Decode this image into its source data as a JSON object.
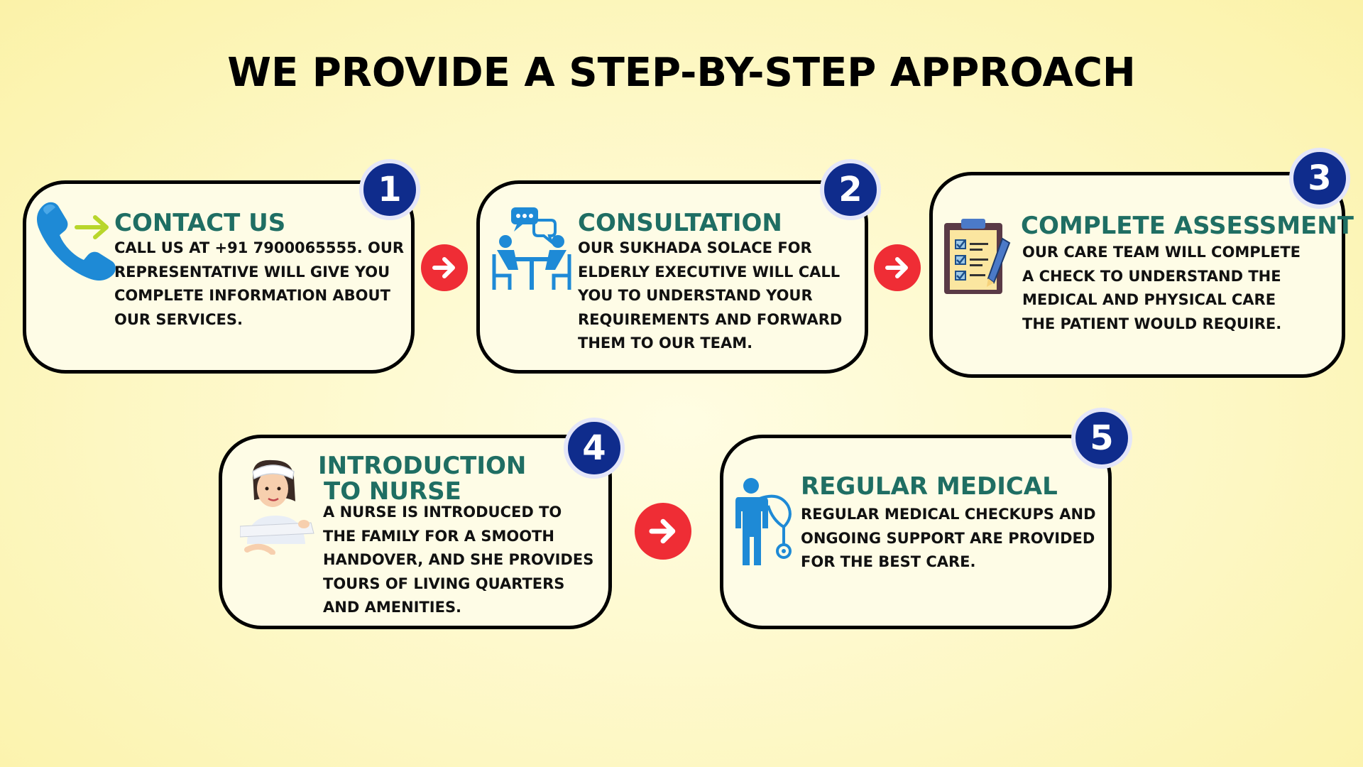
{
  "title": "WE PROVIDE A STEP-BY-STEP APPROACH",
  "colors": {
    "heading": "#1f6e63",
    "badge": "#0f2c8c",
    "arrow": "#ef2d35",
    "icon_blue": "#1e8ad6",
    "icon_green": "#b8d62b"
  },
  "steps": [
    {
      "number": "1",
      "heading": "CONTACT US",
      "lines": [
        "CALL US AT +91 7900065555. OUR",
        "REPRESENTATIVE WILL GIVE YOU",
        "COMPLETE INFORMATION ABOUT",
        "OUR SERVICES."
      ],
      "icon": "phone-icon"
    },
    {
      "number": "2",
      "heading": "CONSULTATION",
      "lines": [
        "OUR SUKHADA SOLACE FOR",
        "ELDERLY EXECUTIVE WILL CALL",
        "YOU TO UNDERSTAND YOUR",
        "REQUIREMENTS AND FORWARD",
        "THEM TO OUR TEAM."
      ],
      "icon": "consultation-icon"
    },
    {
      "number": "3",
      "heading": "COMPLETE ASSESSMENT",
      "lines": [
        "OUR CARE TEAM WILL COMPLETE",
        "A CHECK TO UNDERSTAND THE",
        "MEDICAL AND PHYSICAL CARE",
        "THE PATIENT WOULD REQUIRE."
      ],
      "icon": "clipboard-icon"
    },
    {
      "number": "4",
      "heading_lines": [
        "INTRODUCTION",
        "TO NURSE"
      ],
      "lines": [
        "A NURSE IS INTRODUCED TO",
        "THE FAMILY FOR A SMOOTH",
        "HANDOVER, AND SHE PROVIDES",
        "TOURS OF LIVING QUARTERS",
        "AND AMENITIES."
      ],
      "icon": "nurse-icon"
    },
    {
      "number": "5",
      "heading": "REGULAR MEDICAL",
      "lines": [
        "REGULAR MEDICAL CHECKUPS AND",
        "ONGOING SUPPORT ARE PROVIDED",
        "FOR THE BEST CARE."
      ],
      "icon": "doctor-icon"
    }
  ]
}
